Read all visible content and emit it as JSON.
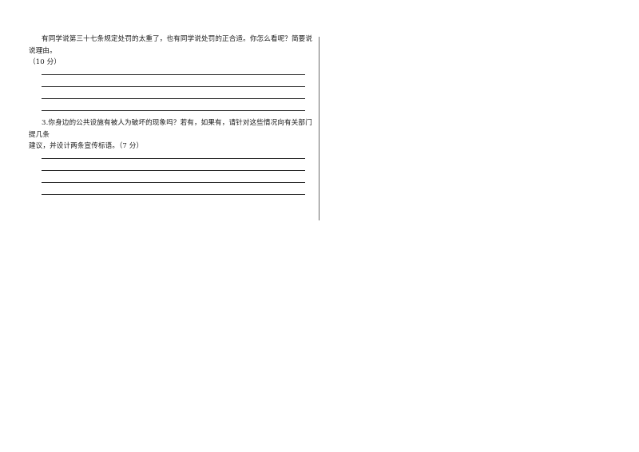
{
  "q2": {
    "line1": "有同学说第三十七条规定处罚的太重了，也有同学说处罚的正合适。你怎么看呢？简要说说理由。",
    "line2": "（10 分）"
  },
  "q3": {
    "line1": "3.你身边的公共设施有被人为破坏的现象吗？若有，如果有，请针对这些情况向有关部门提几条",
    "line2": "建议，并设计两条宣传标语。（7 分）"
  }
}
